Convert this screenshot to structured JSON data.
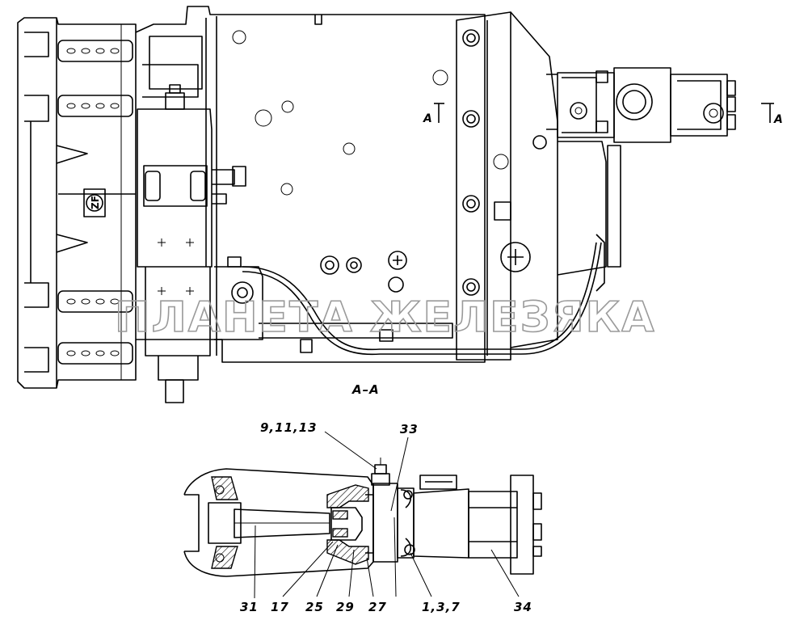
{
  "section_marks": {
    "cut_left": "A",
    "cut_right": "A",
    "section_title": "A–A"
  },
  "callouts": [
    {
      "id": "c-9-11-13",
      "text": "9,11,13"
    },
    {
      "id": "c-33",
      "text": "33"
    },
    {
      "id": "c-31",
      "text": "31"
    },
    {
      "id": "c-17",
      "text": "17"
    },
    {
      "id": "c-25",
      "text": "25"
    },
    {
      "id": "c-29",
      "text": "29"
    },
    {
      "id": "c-27",
      "text": "27"
    },
    {
      "id": "c-1-3-7",
      "text": "1,3,7"
    },
    {
      "id": "c-34",
      "text": "34"
    }
  ],
  "watermark": "ПЛАНЕТА ЖЕЛЕЗЯКА",
  "logo": "ZF"
}
